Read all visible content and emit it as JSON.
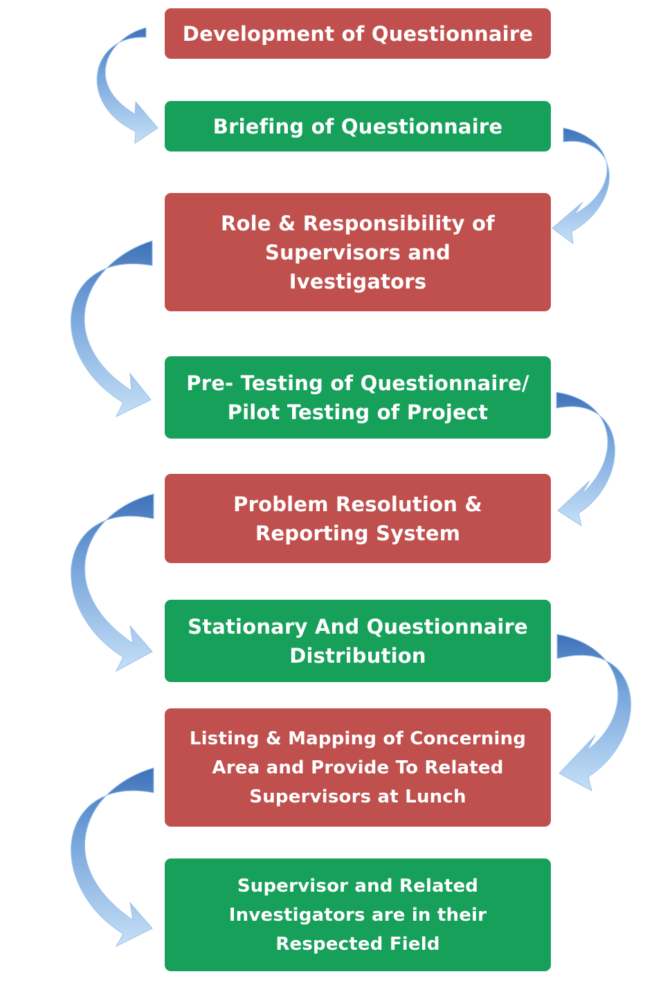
{
  "steps": [
    {
      "label": "Development of Questionnaire",
      "color": "#c0504d"
    },
    {
      "label": "Briefing of Questionnaire",
      "color": "#16a05a"
    },
    {
      "label": "Role & Responsibility of\nSupervisors and\nIvestigators",
      "color": "#c0504d"
    },
    {
      "label": "Pre- Testing of Questionnaire/\nPilot Testing of Project",
      "color": "#16a05a"
    },
    {
      "label": "Problem Resolution &\nReporting System",
      "color": "#c0504d"
    },
    {
      "label": "Stationary And Questionnaire\nDistribution",
      "color": "#16a05a"
    },
    {
      "label": "Listing & Mapping of Concerning\nArea and Provide To Related\nSupervisors at Lunch",
      "color": "#c0504d"
    },
    {
      "label": "Supervisor and Related\nInvestigators are in their\nRespected Field",
      "color": "#16a05a"
    }
  ],
  "arrow_colors": {
    "light": "#c6e0f7",
    "dark": "#3e71b8"
  },
  "arrows": [
    {
      "icon": "curved-arrow-left-icon",
      "from_step": 1,
      "to_step": 2
    },
    {
      "icon": "curved-arrow-right-icon",
      "from_step": 2,
      "to_step": 3
    },
    {
      "icon": "curved-arrow-left-icon",
      "from_step": 3,
      "to_step": 4
    },
    {
      "icon": "curved-arrow-right-icon",
      "from_step": 4,
      "to_step": 5
    },
    {
      "icon": "curved-arrow-left-icon",
      "from_step": 5,
      "to_step": 6
    },
    {
      "icon": "curved-arrow-right-icon",
      "from_step": 6,
      "to_step": 7
    },
    {
      "icon": "curved-arrow-left-icon",
      "from_step": 7,
      "to_step": 8
    }
  ]
}
